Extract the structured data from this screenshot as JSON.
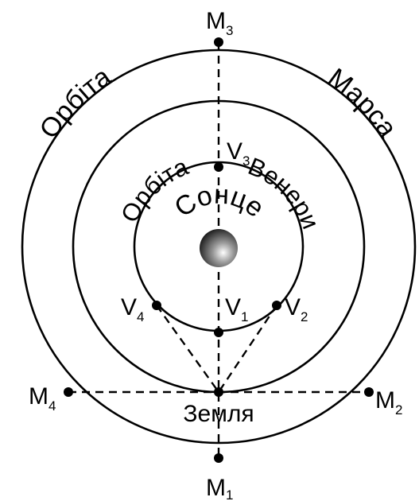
{
  "labels": {
    "mars_orbit_word1": "Орбіта",
    "mars_orbit_word2": "Марса",
    "venus_orbit_word1": "Орбіта",
    "venus_orbit_word2": "Венери",
    "sun": "Сонце",
    "earth": "Земля",
    "points": {
      "M1": {
        "letter": "M",
        "index": "1"
      },
      "M2": {
        "letter": "M",
        "index": "2"
      },
      "M3": {
        "letter": "M",
        "index": "3"
      },
      "M4": {
        "letter": "M",
        "index": "4"
      },
      "V1": {
        "letter": "V",
        "index": "1"
      },
      "V2": {
        "letter": "V",
        "index": "2"
      },
      "V3": {
        "letter": "V",
        "index": "3"
      },
      "V4": {
        "letter": "V",
        "index": "4"
      }
    }
  },
  "colors": {
    "line": "#000000",
    "background": "#ffffff",
    "sun_highlight": "#ffffff",
    "sun_shadow": "#000000"
  }
}
